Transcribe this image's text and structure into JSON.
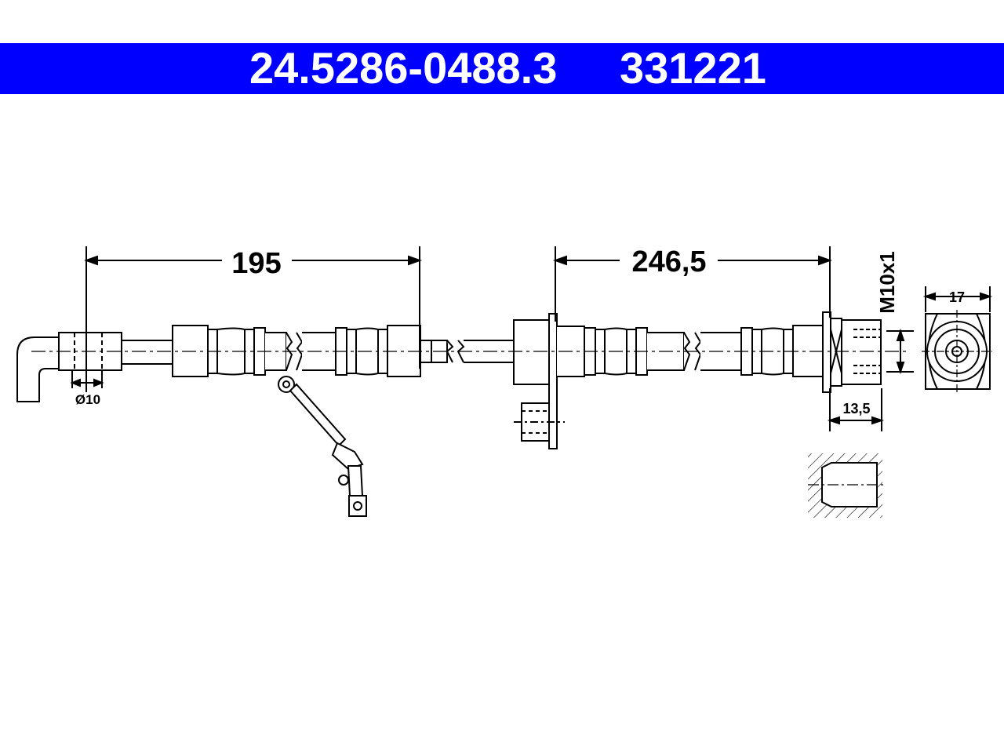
{
  "header": {
    "part_number": "24.5286-0488.3",
    "ref_number": "331221",
    "banner_color": "#0000ff"
  },
  "dimensions": {
    "length_left": "195",
    "length_right": "246,5",
    "diameter": "Ø10",
    "thread": "M10x1",
    "wrench_size": "17",
    "fitting_length": "13,5"
  }
}
